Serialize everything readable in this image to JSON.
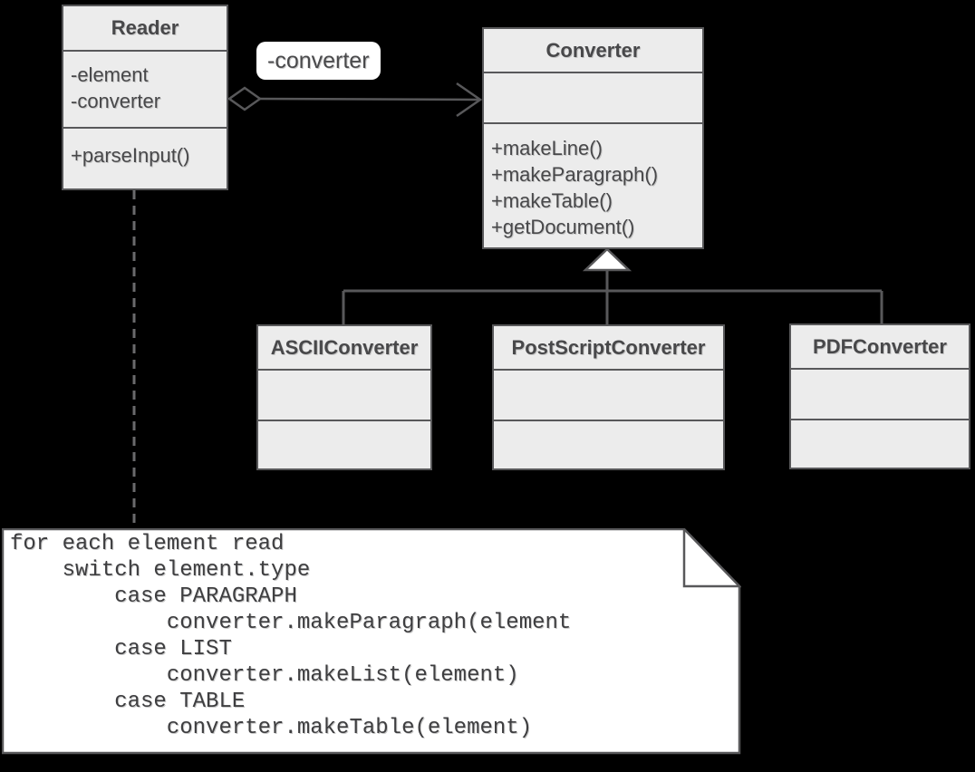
{
  "diagram": {
    "background_color": "#000000",
    "box_fill_color": "#ececec",
    "box_border_color": "#58585a",
    "text_color": "#48484a",
    "note_fill_color": "#ffffff",
    "connector_color": "#58585a"
  },
  "classes": [
    {
      "name": "Reader",
      "attributes": [
        "-element",
        "-converter"
      ],
      "methods": [
        "+parseInput()"
      ]
    },
    {
      "name": "Converter",
      "attributes": [],
      "methods": [
        "+makeLine()",
        "+makeParagraph()",
        "+makeTable()",
        "+getDocument()"
      ]
    },
    {
      "name": "ASCIIConverter",
      "attributes": [],
      "methods": []
    },
    {
      "name": "PostScriptConverter",
      "attributes": [],
      "methods": []
    },
    {
      "name": "PDFConverter",
      "attributes": [],
      "methods": []
    }
  ],
  "relationships": {
    "aggregation": {
      "from": "Reader",
      "to": "Converter",
      "label": "-converter",
      "type": "aggregation-with-open-arrowhead"
    },
    "inheritance": {
      "parent": "Converter",
      "children": [
        "ASCIIConverter",
        "PostScriptConverter",
        "PDFConverter"
      ]
    },
    "note_anchor": {
      "from": "Reader",
      "to": "code-note",
      "style": "dashed"
    }
  },
  "icons": {
    "aggregation_diamond": "hollow-diamond",
    "open_arrowhead": "open-v-arrow",
    "inheritance_triangle": "hollow-triangle-up",
    "note_fold": "folded-corner"
  },
  "note": {
    "code": "for each element read\n    switch element.type\n        case PARAGRAPH\n            converter.makeParagraph(element\n        case LIST\n            converter.makeList(element)\n        case TABLE\n            converter.makeTable(element)"
  }
}
